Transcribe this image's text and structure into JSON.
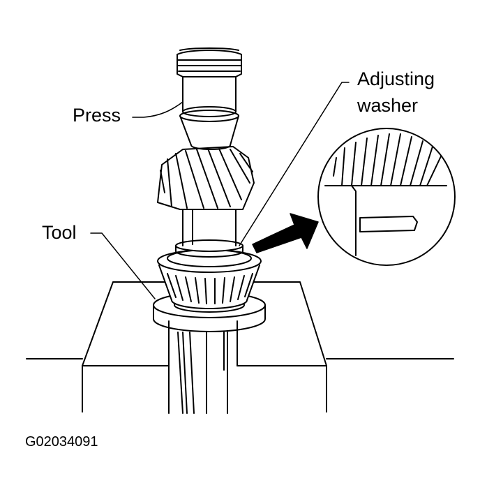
{
  "labels": {
    "press": "Press",
    "tool": "Tool",
    "adjusting_line1": "Adjusting",
    "adjusting_line2": "washer"
  },
  "figure_code": "G02034091",
  "colors": {
    "ink": "#000000",
    "paper": "#ffffff"
  }
}
